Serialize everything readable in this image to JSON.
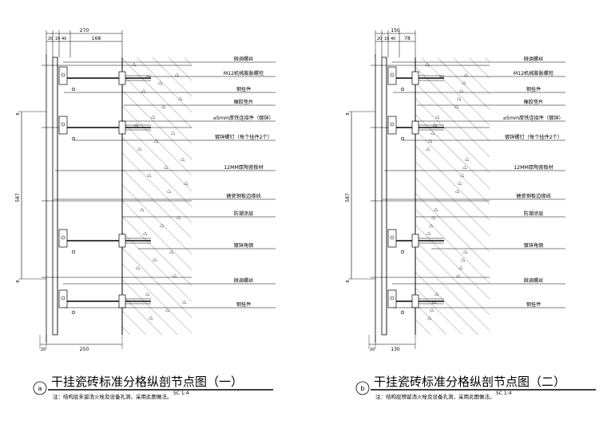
{
  "details": [
    {
      "id": "a",
      "marker": "a",
      "title": "干挂瓷砖标准分格纵剖节点图（一）",
      "note": "注：结构层未留消火栓及设备孔洞，采用此图做法。",
      "scale": "SC  1:4",
      "dims_top": [
        "270",
        "20",
        "10",
        "40",
        "168"
      ],
      "dims_bottom": [
        "20",
        "250"
      ],
      "dims_left": [
        "587",
        "8",
        "8"
      ],
      "labels": [
        "微调螺丝",
        "M12机械膨胀螺栓",
        "钢挂件",
        "橡胶垫片",
        "⌀5mm厚铁连接件（镀锌）",
        "镀锌螺钉（每个挂件2个）",
        "12MM厚陶瓷板材",
        "搪瓷钢板边缘线",
        "防潮涂层",
        "镀锌角钢",
        "微调螺丝",
        "钢挂件"
      ]
    },
    {
      "id": "b",
      "marker": "b",
      "title": "干挂瓷砖标准分格纵剖节点图（二）",
      "note": "注：结构层预留消火栓及设备孔洞，采用此图做法。",
      "scale": "SC  1:4",
      "dims_top": [
        "150",
        "20",
        "10",
        "40",
        "78"
      ],
      "dims_bottom": [
        "20",
        "130"
      ],
      "dims_left": [
        "587",
        "8",
        "8"
      ],
      "labels": [
        "微调螺丝",
        "M12机械膨胀螺栓",
        "钢挂件",
        "橡胶垫片",
        "⌀5mm厚铁连接件（镀锌）",
        "镀锌螺钉（每个挂件2个）",
        "12MM厚陶瓷板材",
        "搪瓷钢板边缘线",
        "防潮涂层",
        "镀锌角钢",
        "微调螺丝",
        "钢挂件"
      ]
    }
  ]
}
